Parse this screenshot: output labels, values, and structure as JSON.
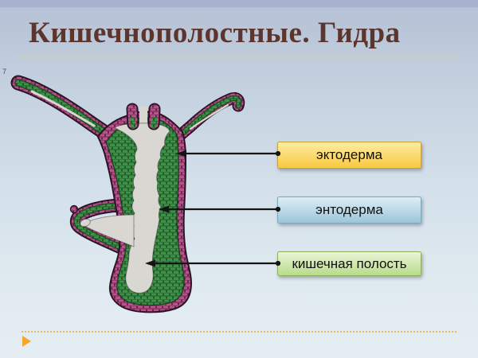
{
  "slide": {
    "title": "Кишечнополостные. Гидра",
    "page_number": "7"
  },
  "callouts": [
    {
      "label": "эктодерма",
      "points_to": "ectoderm-outer-layer",
      "top_color": "#fdeda2",
      "bottom_color": "#f8c93f",
      "border_color": "#c9a039"
    },
    {
      "label": "энтодерма",
      "points_to": "endoderm-inner-layer",
      "top_color": "#dceef5",
      "bottom_color": "#9cc5da",
      "border_color": "#7fa8bd"
    },
    {
      "label": "кишечная полость",
      "points_to": "gastral-cavity",
      "top_color": "#eaf5d5",
      "bottom_color": "#b7dc8b",
      "border_color": "#8eb05f"
    }
  ],
  "diagram": {
    "subject": "hydra-longitudinal-section",
    "ectoderm_color": "#b9518b",
    "endoderm_color": "#3f9148",
    "cavity_color": "#d8d7d1",
    "outline_color": "#2a1425",
    "arrow_color": "#151515"
  },
  "decor": {
    "title_color": "#5c362e",
    "title_rule_color": "#d8d2a2",
    "footer_rule_color": "#e0c157",
    "nav_triangle_color": "#f6a72b",
    "background_top": "#a8b2cd",
    "background_bottom": "#e5eef3"
  }
}
